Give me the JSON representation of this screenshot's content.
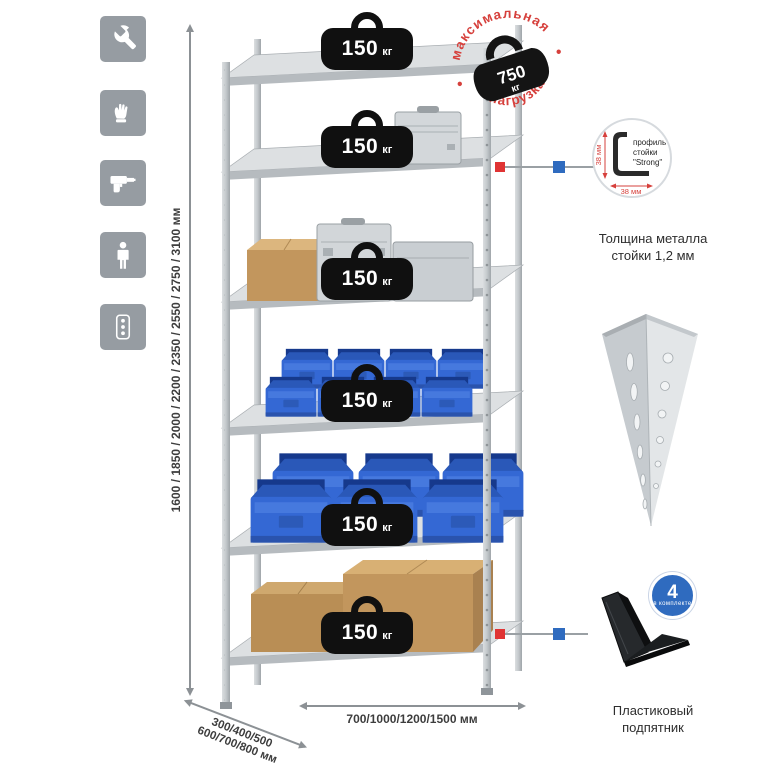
{
  "side_icons": [
    "wrench-icon",
    "gloves-icon",
    "drill-icon",
    "assembly-person-icon",
    "fasteners-icon"
  ],
  "dimensions": {
    "height_label": "1600 / 1850 / 2000 / 2200 / 2350 / 2550 / 2750 / 3100 мм",
    "depth_label_line1": "300/400/500",
    "depth_label_line2": "600/700/800 мм",
    "width_label": "700/1000/1200/1500 мм"
  },
  "shelf_load": {
    "value": "150",
    "unit": "кг"
  },
  "stamp": {
    "top": "максимальная",
    "bottom": "нагрузка",
    "value": "750",
    "unit": "кг"
  },
  "profile": {
    "line1": "профиль",
    "line2": "стойки",
    "line3": "\"Strong\"",
    "dim_vertical": "38 мм",
    "dim_horizontal": "38 мм",
    "caption_line1": "Толщина металла",
    "caption_line2": "стойки 1,2 мм"
  },
  "foot": {
    "badge_number": "4",
    "badge_text": "в комплекте",
    "caption_line1": "Пластиковый",
    "caption_line2": "подпятник"
  },
  "colors": {
    "accent_red": "#d6403c",
    "accent_blue": "#2f6bbf",
    "bin_blue": "#3468d4",
    "metal": "#c9ced2"
  }
}
